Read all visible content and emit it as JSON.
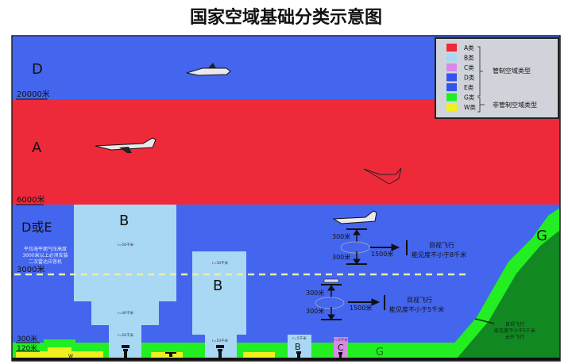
{
  "title": "国家空域基础分类示意图",
  "colors": {
    "A": "#ee2a3a",
    "B": "#a8d8f4",
    "C": "#d98ae8",
    "D": "#4466ee",
    "E": "#4466ee",
    "G": "#22ee22",
    "W": "#f0f020",
    "mountain": "#118822"
  },
  "zones": {
    "top": "D",
    "middle": "A",
    "lower": "D或E",
    "B1": "B",
    "B2": "B",
    "B3": "B",
    "C": "C",
    "G1": "G",
    "G2": "G"
  },
  "altitudes": {
    "a20000": "20000米",
    "a6000": "6000米",
    "a3000": "3000米",
    "a300": "300米",
    "a120": "120米"
  },
  "transponder_note": [
    "平均海平面气压高度",
    "3000米以上必须安装",
    "二次雷达应答机"
  ],
  "radii": {
    "b1_top": "r=50千米",
    "b1_mid": "r=40千米",
    "b1_bot": "r=20千米",
    "b2_top": "r=30千米",
    "b2_bot": "r=10千米",
    "b3": "r=5千米",
    "c": "r=5千米"
  },
  "vfr_upper": {
    "above": "300米",
    "below": "300米",
    "horizontal": "1500米",
    "line1": "目视飞行",
    "line2": "能见度不小于8千米"
  },
  "vfr_lower": {
    "above": "300米",
    "below": "300米",
    "horizontal": "1500米",
    "line1": "目视飞行",
    "line2": "能见度不小于5千米"
  },
  "vfr_g": [
    "目视飞行",
    "能见度不小于5千米",
    "云外飞行"
  ],
  "w_label": "W",
  "legend": {
    "items": [
      {
        "label": "A类",
        "color": "#ee2a3a"
      },
      {
        "label": "B类",
        "color": "#a8d8f4"
      },
      {
        "label": "C类",
        "color": "#d98ae8"
      },
      {
        "label": "D类",
        "color": "#3355ee"
      },
      {
        "label": "E类",
        "color": "#3355ee"
      },
      {
        "label": "G类",
        "color": "#22ee22"
      },
      {
        "label": "W类",
        "color": "#f0f020"
      }
    ],
    "controlled": "管制空域类型",
    "uncontrolled": "非管制空域类型"
  }
}
